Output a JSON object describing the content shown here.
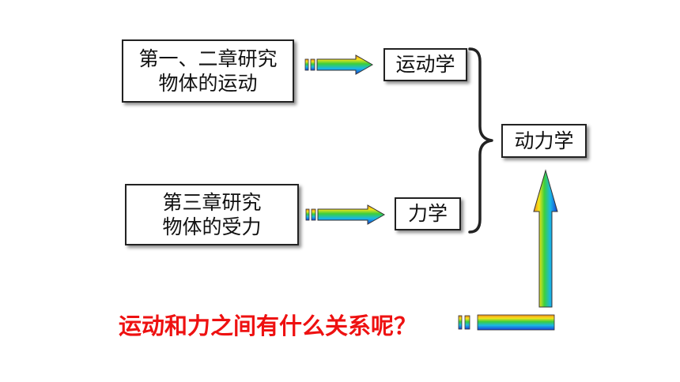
{
  "boxes": {
    "chapter12": {
      "line1": "第一、二章研究",
      "line2": "物体的运动"
    },
    "chapter3": {
      "line1": "第三章研究",
      "line2": "物体的受力"
    },
    "kinematics": "运动学",
    "force": "力学",
    "dynamics": "动力学"
  },
  "question": "运动和力之间有什么关系呢？",
  "colors": {
    "question_text": "#ee1111",
    "box_border": "#222222",
    "arrow_gradient": [
      "#1a3fd6",
      "#19b8e6",
      "#3ccf3c",
      "#f5e51a",
      "#f08a1c"
    ]
  },
  "icons": [
    "gradient-arrow-icon",
    "curly-brace-icon"
  ]
}
